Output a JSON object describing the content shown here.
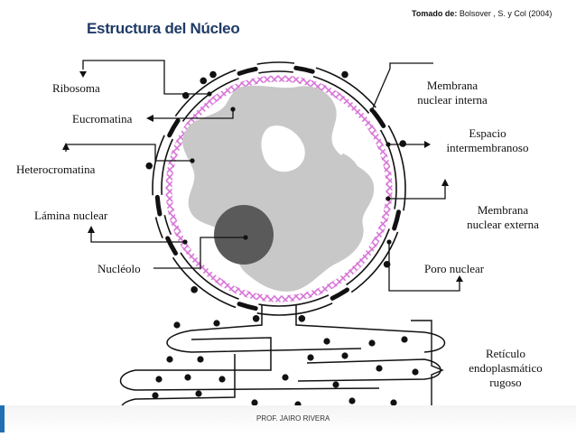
{
  "title": "Estructura del Núcleo",
  "source": {
    "prefix": "Tomado de:",
    "text": "Bolsover , S. y Col (2004)"
  },
  "labels": {
    "ribosoma": "Ribosoma",
    "eucromatina": "Eucromatina",
    "heterocromatina": "Heterocromatina",
    "lamina": "Lámina nuclear",
    "nucleolo": "Nucléolo",
    "membrana_interna_1": "Membrana",
    "membrana_interna_2": "nuclear interna",
    "espacio_1": "Espacio",
    "espacio_2": "intermembranoso",
    "membrana_externa_1": "Membrana",
    "membrana_externa_2": "nuclear externa",
    "poro": "Poro nuclear",
    "reticulo_1": "Retículo",
    "reticulo_2": "endoplasmático",
    "reticulo_3": "rugoso"
  },
  "footer": {
    "author": "PROF. JAIRO RIVERA"
  },
  "colors": {
    "title": "#1f3b66",
    "lamina": "#d873d8",
    "chromatin": "#c8c8c8",
    "nucleolus": "#5a5a5a",
    "pore": "#111111"
  }
}
